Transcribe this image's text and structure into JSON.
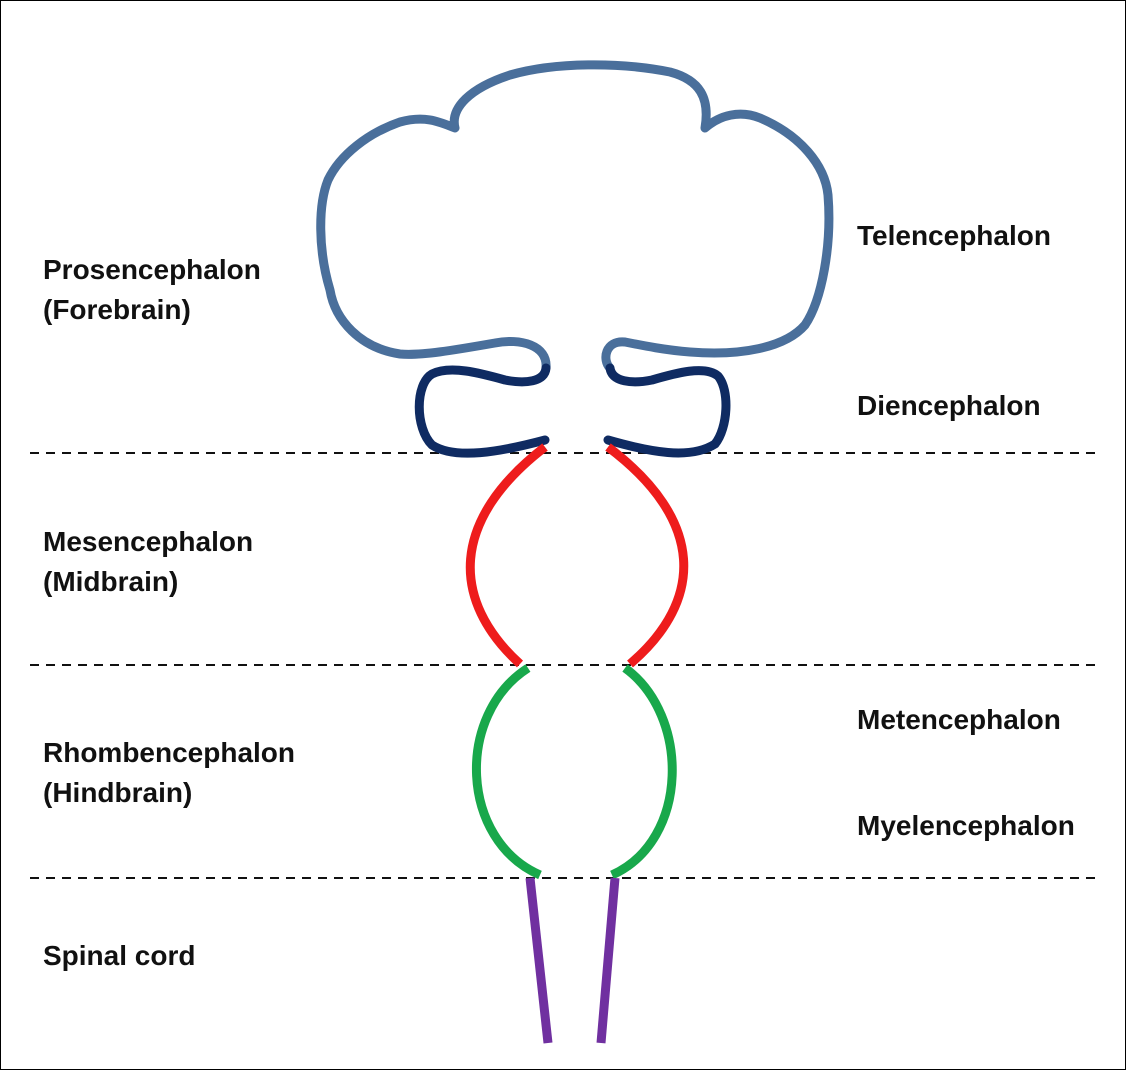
{
  "left_labels": {
    "prosencephalon": {
      "name": "Prosencephalon",
      "common": "(Forebrain)"
    },
    "mesencephalon": {
      "name": "Mesencephalon",
      "common": "(Midbrain)"
    },
    "rhombencephalon": {
      "name": "Rhombencephalon",
      "common": "(Hindbrain)"
    },
    "spinal_cord": {
      "name": "Spinal cord"
    }
  },
  "right_labels": {
    "telencephalon": "Telencephalon",
    "diencephalon": "Diencephalon",
    "metencephalon": "Metencephalon",
    "myelencephalon": "Myelencephalon"
  },
  "colors": {
    "telencephalon": "#4a6f9b",
    "diencephalon": "#0f2b62",
    "mesencephalon": "#ee1c1c",
    "rhombencephalon": "#18a84b",
    "spinal_cord": "#7030a0",
    "divider": "#111111"
  }
}
